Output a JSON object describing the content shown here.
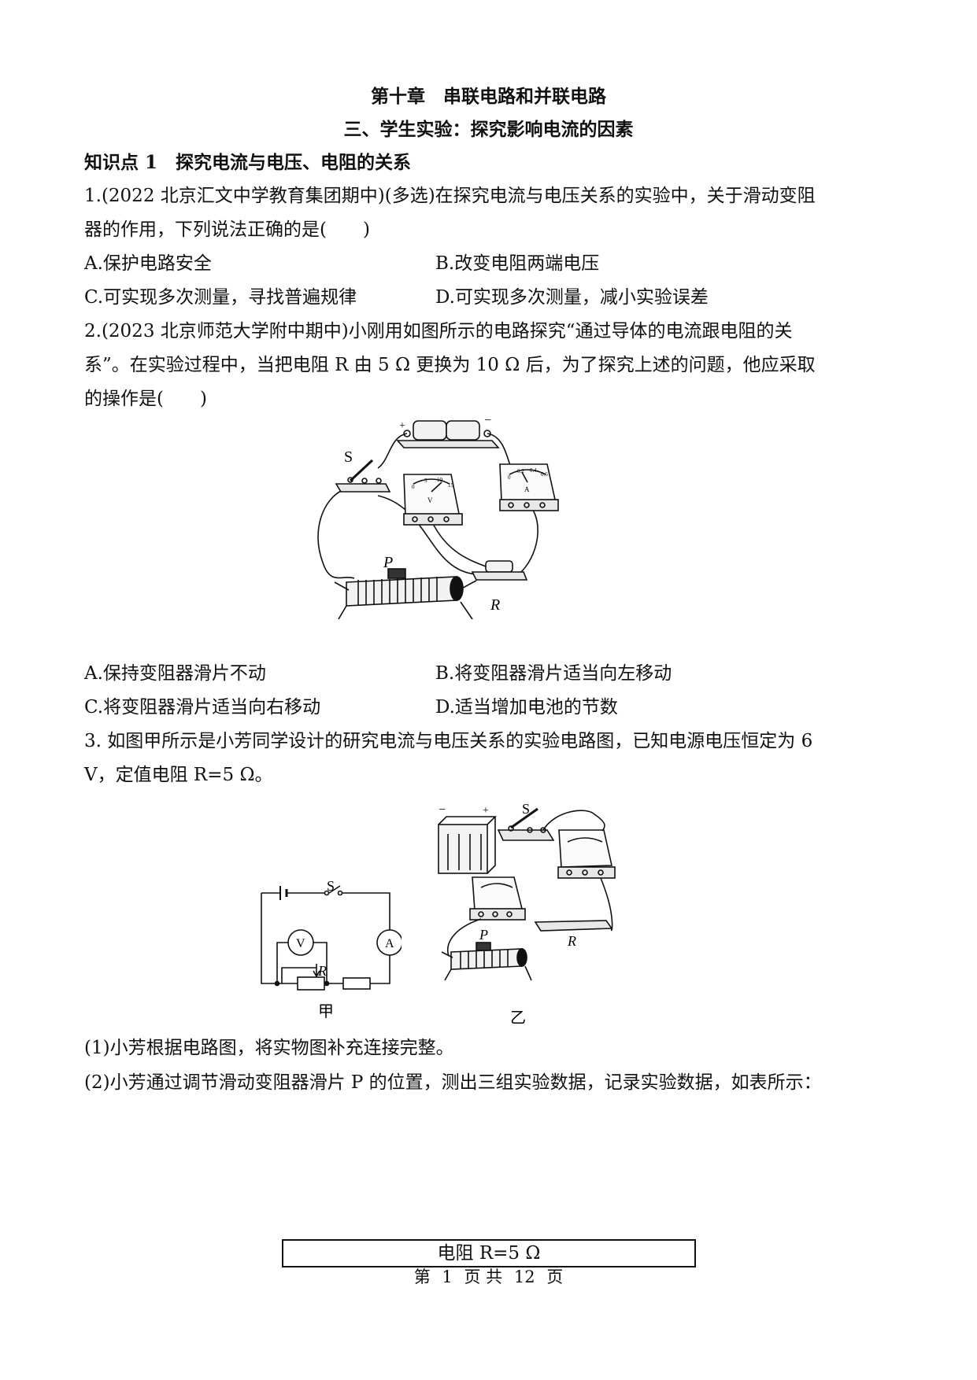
{
  "header": {
    "chapter": "第十章　串联电路和并联电路",
    "section": "三、学生实验：探究影响电流的因素"
  },
  "knowledge_point": "知识点 1　探究电流与电压、电阻的关系",
  "q1": {
    "stem_line1": "1.(2022 北京汇文中学教育集团期中)(多选)在探究电流与电压关系的实验中，关于滑动变阻",
    "stem_line2": "器的作用，下列说法正确的是(　　)",
    "options": {
      "A": "A.保护电路安全",
      "B": "B.改变电阻两端电压",
      "C": "C.可实现多次测量，寻找普遍规律",
      "D": "D.可实现多次测量，减小实验误差"
    }
  },
  "q2": {
    "stem_line1": "2.(2023 北京师范大学附中期中)小刚用如图所示的电路探究“通过导体的电流跟电阻的关",
    "stem_line2": "系”。在实验过程中，当把电阻 R 由 5 Ω 更换为 10 Ω 后，为了探究上述的问题，他应采取",
    "stem_line3": "的操作是(　　)",
    "figure": {
      "switch_label": "S",
      "slider_label": "P",
      "resistor_label": "R",
      "battery_plus": "+",
      "battery_minus": "−",
      "voltmeter_unit": "V",
      "ammeter_unit": "A",
      "voltmeter_ticks": [
        "0",
        "5",
        "10",
        "15"
      ],
      "ammeter_ticks": [
        "0",
        "0.2",
        "0.4",
        "0.6"
      ]
    },
    "options": {
      "A": "A.保持变阻器滑片不动",
      "B": "B.将变阻器滑片适当向左移动",
      "C": "C.将变阻器滑片适当向右移动",
      "D": "D.适当增加电池的节数"
    }
  },
  "q3": {
    "stem_line1": "3. 如图甲所示是小芳同学设计的研究电流与电压关系的实验电路图，已知电源电压恒定为 6",
    "stem_line2": "V，定值电阻 R=5 Ω。",
    "figure_jia": {
      "caption": "甲",
      "switch_label": "S",
      "voltmeter_symbol": "V",
      "ammeter_symbol": "A",
      "resistor_label": "R"
    },
    "figure_yi": {
      "caption": "乙",
      "switch_label": "S",
      "slider_label": "P",
      "resistor_label": "R",
      "battery_plus": "+",
      "battery_minus": "−"
    },
    "sub1": "(1)小芳根据电路图，将实物图补充连接完整。",
    "sub2": "(2)小芳通过调节滑动变阻器滑片 P 的位置，测出三组实验数据，记录实验数据，如表所示：",
    "table_header": "电阻 R=5 Ω"
  },
  "footer": {
    "prefix": "第",
    "page": "1",
    "middle": "页 共",
    "total": "12",
    "suffix": "页"
  }
}
